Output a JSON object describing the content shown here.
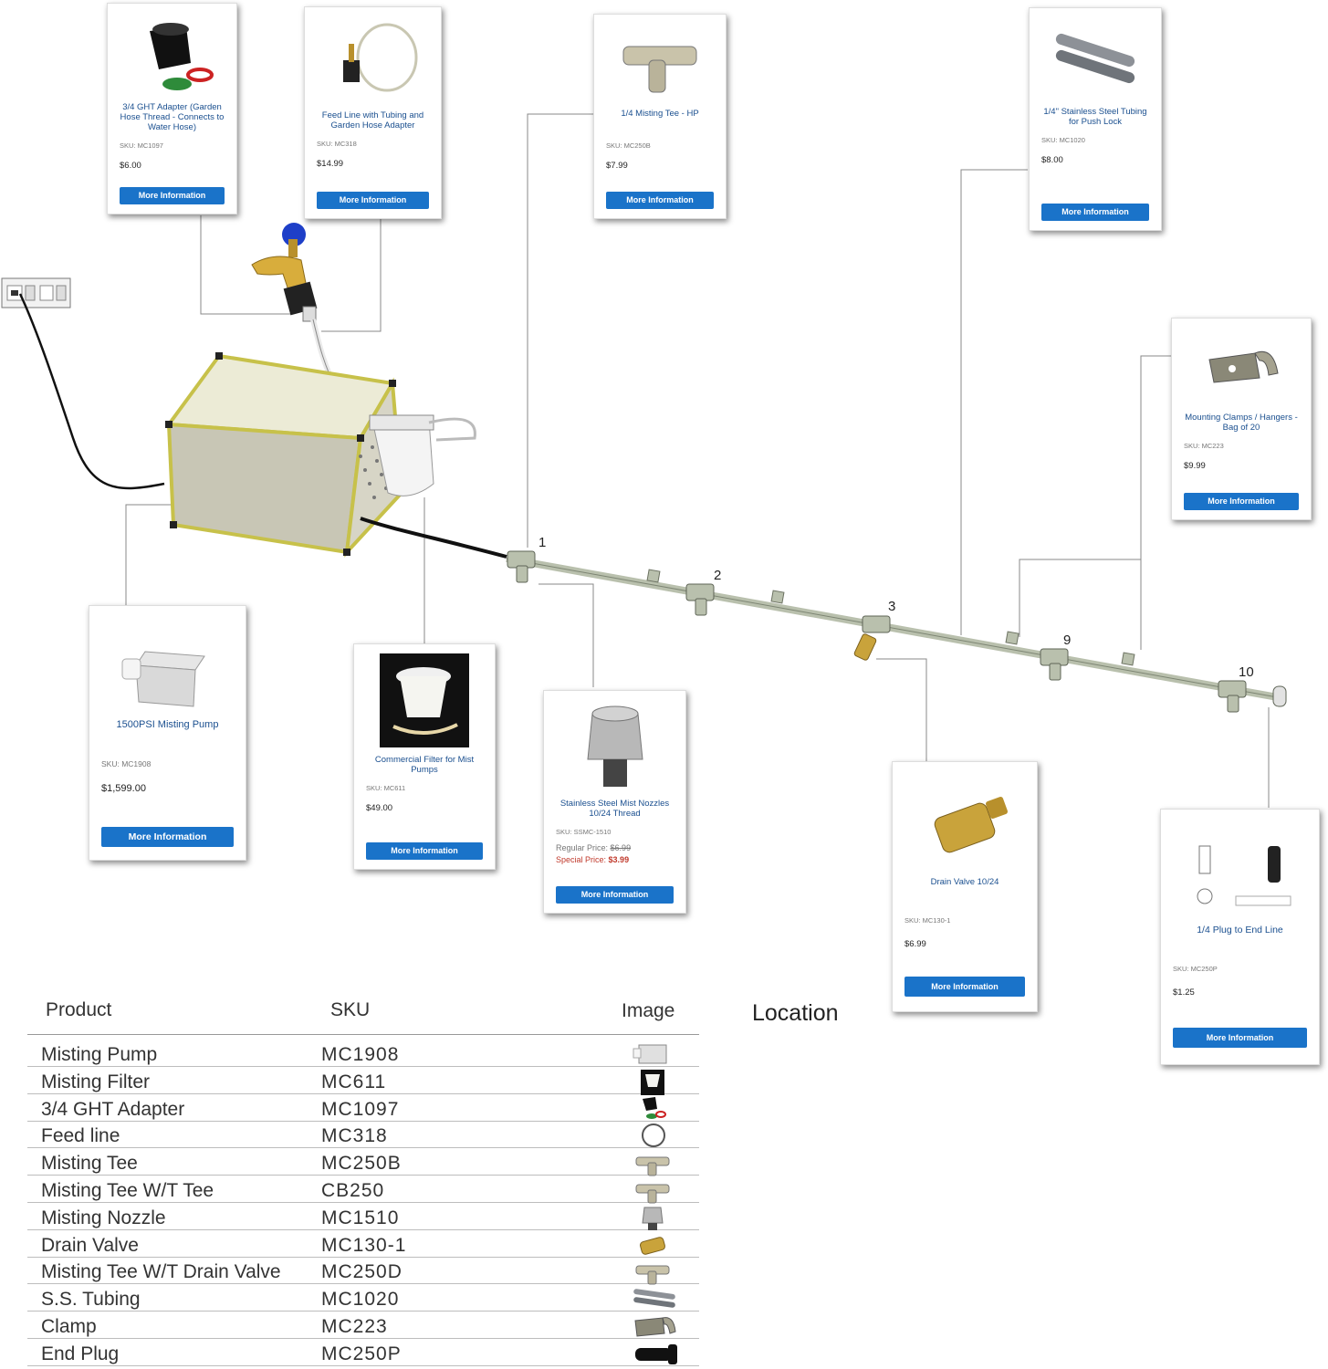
{
  "cards": [
    {
      "id": "ght",
      "title": "3/4 GHT Adapter (Garden Hose Thread - Connects to Water Hose)",
      "sku": "SKU:  MC1097",
      "price": "$6.00",
      "button": "More Information"
    },
    {
      "id": "feed",
      "title": "Feed Line with Tubing and Garden Hose Adapter",
      "sku": "SKU:  MC318",
      "price": "$14.99",
      "button": "More Information"
    },
    {
      "id": "tee",
      "title": "1/4 Misting Tee - HP",
      "sku": "SKU:  MC250B",
      "price": "$7.99",
      "button": "More Information"
    },
    {
      "id": "tubing",
      "title": "1/4\" Stainless Steel Tubing for Push Lock",
      "sku": "SKU:  MC1020",
      "price": "$8.00",
      "button": "More Information"
    },
    {
      "id": "clamp",
      "title": "Mounting Clamps / Hangers - Bag of 20",
      "sku": "SKU:  MC223",
      "price": "$9.99",
      "button": "More Information"
    },
    {
      "id": "pump",
      "title": "1500PSI Misting Pump",
      "sku": "SKU:  MC1908",
      "price": "$1,599.00",
      "button": "More Information"
    },
    {
      "id": "filter",
      "title": "Commercial Filter for Mist Pumps",
      "sku": "SKU:  MC611",
      "price": "$49.00",
      "button": "More Information"
    },
    {
      "id": "nozzle",
      "title": "Stainless Steel Mist Nozzles 10/24 Thread",
      "sku": "SKU:  SSMC-1510",
      "regular_label": "Regular Price:",
      "regular_price": "$6.99",
      "special_label": "Special Price:",
      "special_price": "$3.99",
      "button": "More Information"
    },
    {
      "id": "drain",
      "title": "Drain Valve 10/24",
      "sku": "SKU:  MC130-1",
      "price": "$6.99",
      "button": "More Information"
    },
    {
      "id": "plug",
      "title": "1/4 Plug to End Line",
      "sku": "SKU:  MC250P",
      "price": "$1.25",
      "button": "More Information"
    }
  ],
  "location_numbers": [
    "1",
    "2",
    "3",
    "9",
    "10"
  ],
  "table": {
    "headers": {
      "product": "Product",
      "sku": "SKU",
      "image": "Image",
      "location": "Location"
    },
    "rows": [
      {
        "product": "Misting Pump",
        "sku": "MC1908",
        "icon": "pump-icon"
      },
      {
        "product": "Misting Filter",
        "sku": "MC611",
        "icon": "filter-icon"
      },
      {
        "product": "3/4 GHT Adapter",
        "sku": "MC1097",
        "icon": "adapter-icon"
      },
      {
        "product": "Feed line",
        "sku": "MC318",
        "icon": "feed-line-icon"
      },
      {
        "product": "Misting Tee",
        "sku": "MC250B",
        "icon": "tee-icon"
      },
      {
        "product": "Misting Tee W/T Tee",
        "sku": "CB250",
        "icon": "tee-icon"
      },
      {
        "product": "Misting Nozzle",
        "sku": "MC1510",
        "icon": "nozzle-icon"
      },
      {
        "product": "Drain Valve",
        "sku": "MC130-1",
        "icon": "drain-valve-icon"
      },
      {
        "product": "Misting Tee W/T Drain Valve",
        "sku": "MC250D",
        "icon": "tee-icon"
      },
      {
        "product": "S.S. Tubing",
        "sku": "MC1020",
        "icon": "tubing-icon"
      },
      {
        "product": "Clamp",
        "sku": "MC223",
        "icon": "clamp-icon"
      },
      {
        "product": "End Plug",
        "sku": "MC250P",
        "icon": "plug-icon"
      }
    ]
  },
  "colors": {
    "button": "#1a73c9",
    "title": "#1a4f8f",
    "special_price": "#c0392b",
    "pipe": "#b9c0ad",
    "brass": "#c9a33b"
  }
}
